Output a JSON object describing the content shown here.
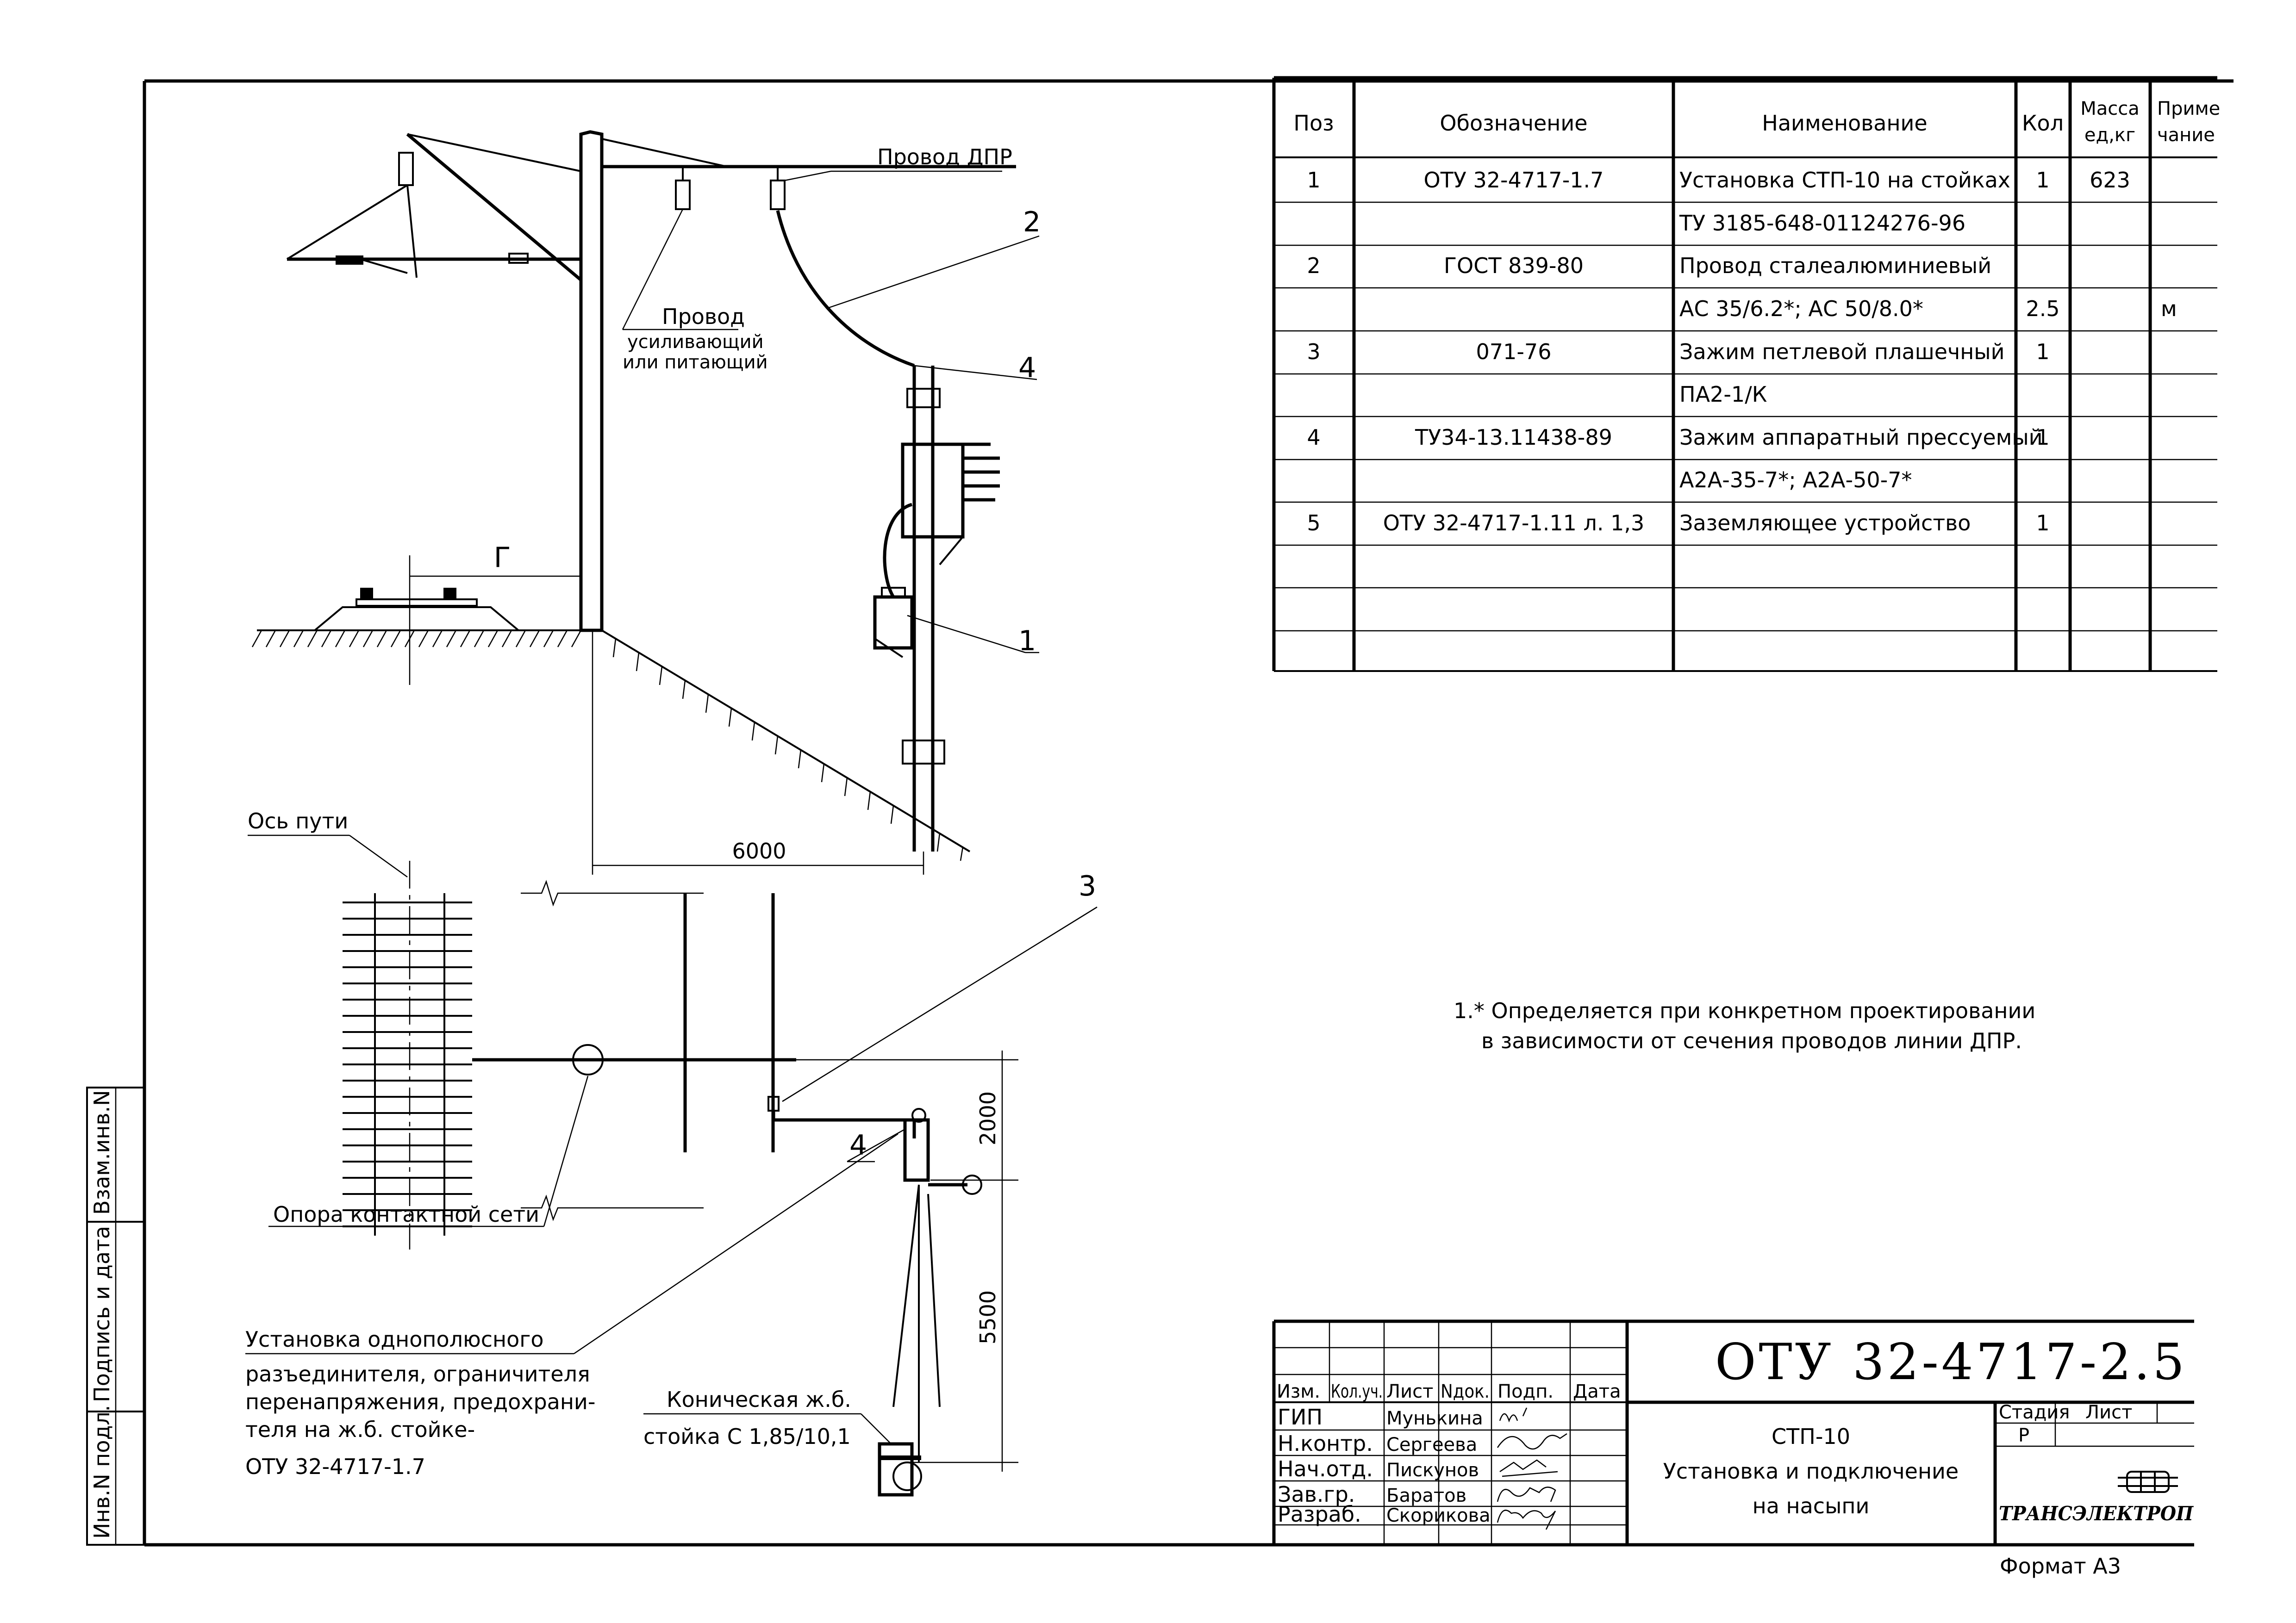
{
  "spec_table": {
    "headers": {
      "pos": "Поз",
      "designation": "Обозначение",
      "name": "Наименование",
      "qty": "Кол",
      "mass_line1": "Масса",
      "mass_line2": "ед,кг",
      "note_line1": "Приме",
      "note_line2": "чание"
    },
    "rows": [
      {
        "pos": "1",
        "designation": "ОТУ 32-4717-1.7",
        "name": "Установка СТП-10 на стойках",
        "qty": "1",
        "mass": "623",
        "note": ""
      },
      {
        "pos": "",
        "designation": "",
        "name": "ТУ 3185-648-01124276-96",
        "qty": "",
        "mass": "",
        "note": ""
      },
      {
        "pos": "2",
        "designation": "ГОСТ 839-80",
        "name": "Провод сталеалюминиевый",
        "qty": "",
        "mass": "",
        "note": ""
      },
      {
        "pos": "",
        "designation": "",
        "name": "АС 35/6.2*; АС 50/8.0*",
        "qty": "2.5",
        "mass": "",
        "note": "м"
      },
      {
        "pos": "3",
        "designation": "071-76",
        "name": "Зажим петлевой плашечный",
        "qty": "1",
        "mass": "",
        "note": ""
      },
      {
        "pos": "",
        "designation": "",
        "name": "ПА2-1/К",
        "qty": "",
        "mass": "",
        "note": ""
      },
      {
        "pos": "4",
        "designation": "ТУ34-13.11438-89",
        "name": "Зажим аппаратный прессуемый",
        "qty": "1",
        "mass": "",
        "note": ""
      },
      {
        "pos": "",
        "designation": "",
        "name": "А2А-35-7*; А2А-50-7*",
        "qty": "",
        "mass": "",
        "note": ""
      },
      {
        "pos": "5",
        "designation": "ОТУ 32-4717-1.11 л. 1,3",
        "name": "Заземляющее устройство",
        "qty": "1",
        "mass": "",
        "note": ""
      },
      {
        "pos": "",
        "designation": "",
        "name": "",
        "qty": "",
        "mass": "",
        "note": ""
      },
      {
        "pos": "",
        "designation": "",
        "name": "",
        "qty": "",
        "mass": "",
        "note": ""
      },
      {
        "pos": "",
        "designation": "",
        "name": "",
        "qty": "",
        "mass": "",
        "note": ""
      }
    ]
  },
  "note": {
    "line1": "1.* Определяется при конкретном проектировании",
    "line2": "в зависимости от сечения проводов линии ДПР."
  },
  "elevation_labels": {
    "dpr_wire": "Провод ДПР",
    "reinforcing_wire_l1": "Провод",
    "reinforcing_wire_l2": "усиливающий",
    "reinforcing_wire_l3": "или питающий",
    "callout_2": "2",
    "callout_4": "4",
    "callout_1": "1",
    "dim_g": "Г",
    "dim_6000": "6000"
  },
  "plan_labels": {
    "track_axis": "Ось пути",
    "callout_3": "3",
    "callout_4": "4",
    "catenary_support": "Опора контактной сети",
    "dim_2000": "2000",
    "dim_5500": "5500",
    "conical_post_l1": "Коническая ж.б.",
    "conical_post_l2": "стойка С 1,85/10,1",
    "install_l1": "Установка однополюсного",
    "install_l2": "разъединителя, ограничителя",
    "install_l3": "перенапряжения, предохрани-",
    "install_l4": "теля на ж.б. стойке-",
    "install_l5": "ОТУ 32-4717-1.7"
  },
  "side_stamp": {
    "inv_orig": "Инв.N подл.",
    "sign_date": "Подпись и дата",
    "repl_inv": "Взам.инв.N"
  },
  "title_block": {
    "doc_code": "ОТУ 32-4717-2.5",
    "col_headers": [
      "Изм.",
      "Кол.уч.",
      "Лист",
      "Nдок.",
      "Подп.",
      "Дата"
    ],
    "people": [
      {
        "role": "ГИП",
        "name": "Мунькина"
      },
      {
        "role": "Н.контр.",
        "name": "Сергеева"
      },
      {
        "role": "Нач.отд.",
        "name": "Пискунов"
      },
      {
        "role": "Зав.гр.",
        "name": "Баратов"
      },
      {
        "role": "Разраб.",
        "name": "Скорикова"
      }
    ],
    "title_l1": "СТП-10",
    "title_l2": "Установка и подключение",
    "title_l3": "на насыпи",
    "stage_label": "Стадия",
    "sheet_label": "Лист",
    "stage_value": "Р",
    "company": "ТРАНСЭЛЕКТРОП",
    "format": "Формат А3"
  }
}
